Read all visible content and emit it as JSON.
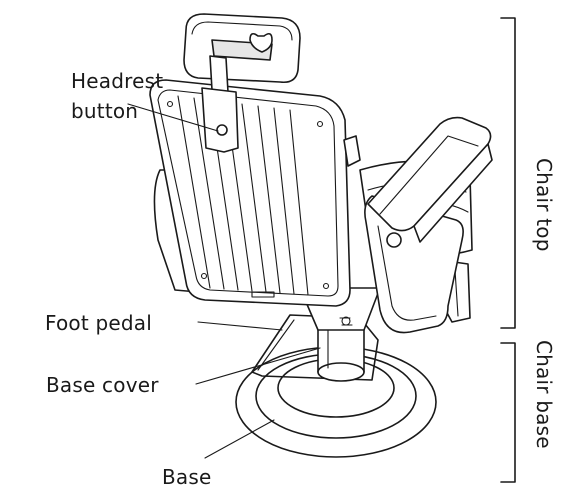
{
  "labels": {
    "headrest_button_line1": "Headrest",
    "headrest_button_line2": "button",
    "foot_pedal": "Foot pedal",
    "base_cover": "Base cover",
    "base": "Base",
    "chair_top": "Chair top",
    "chair_base": "Chair base"
  },
  "colors": {
    "ink": "#1a1a1a",
    "background": "#ffffff",
    "shade": "#e6e6e6"
  }
}
